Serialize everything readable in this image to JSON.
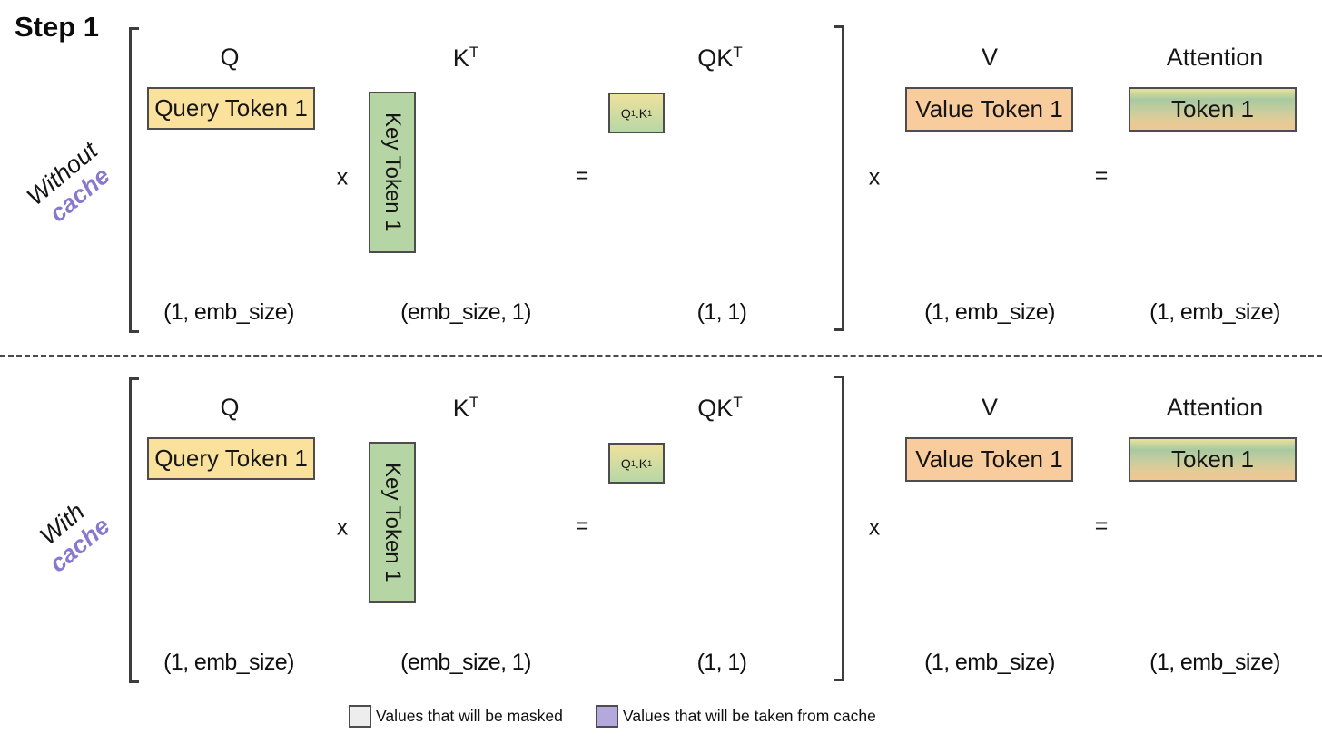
{
  "title": "Step 1",
  "rows": [
    {
      "side_label": {
        "line1": "Without",
        "line2": "cache"
      },
      "headers": {
        "q": "Q",
        "k": "K",
        "k_sup": "T",
        "qk": "QK",
        "qk_sup": "T",
        "v": "V",
        "attention": "Attention"
      },
      "boxes": {
        "query": "Query Token 1",
        "key": "Key Token 1",
        "qk": {
          "t1": "Q",
          "s1": "1",
          "t2": ".K",
          "s2": "1"
        },
        "value": "Value Token 1",
        "attention_token": "Token 1"
      },
      "operators": {
        "times_left": "x",
        "equals_left": "=",
        "times_right": "x",
        "equals_right": "="
      },
      "dims": [
        "(1, emb_size)",
        "(emb_size, 1)",
        "(1, 1)",
        "(1, emb_size)",
        "(1, emb_size)"
      ]
    },
    {
      "side_label": {
        "line1": "With",
        "line2": "cache"
      },
      "headers": {
        "q": "Q",
        "k": "K",
        "k_sup": "T",
        "qk": "QK",
        "qk_sup": "T",
        "v": "V",
        "attention": "Attention"
      },
      "boxes": {
        "query": "Query Token 1",
        "key": "Key Token 1",
        "qk": {
          "t1": "Q",
          "s1": "1",
          "t2": ".K",
          "s2": "1"
        },
        "value": "Value Token 1",
        "attention_token": "Token 1"
      },
      "operators": {
        "times_left": "x",
        "equals_left": "=",
        "times_right": "x",
        "equals_right": "="
      },
      "dims": [
        "(1, emb_size)",
        "(emb_size, 1)",
        "(1, 1)",
        "(1, emb_size)",
        "(1, emb_size)"
      ]
    }
  ],
  "legend": {
    "masked": {
      "label": "Values that will be masked",
      "swatch_color": "#EDEDED"
    },
    "cache": {
      "label": "Values that will be taken from cache",
      "swatch_color": "#B4A8DC"
    }
  },
  "colors": {
    "query_box": "#FAE29C",
    "key_box": "#B5D6A4",
    "value_box": "#F8CC9C",
    "qk_gradient_top": "#EFE19C",
    "qk_gradient_bottom": "#B7D7A5",
    "attention_gradient": [
      "#E8E29A",
      "#A8C9A1",
      "#C9CD9D",
      "#F0C794"
    ],
    "cache_label_text": "#8879CF",
    "box_border": "#4D4D4D",
    "bracket": "#3D3D3D"
  }
}
